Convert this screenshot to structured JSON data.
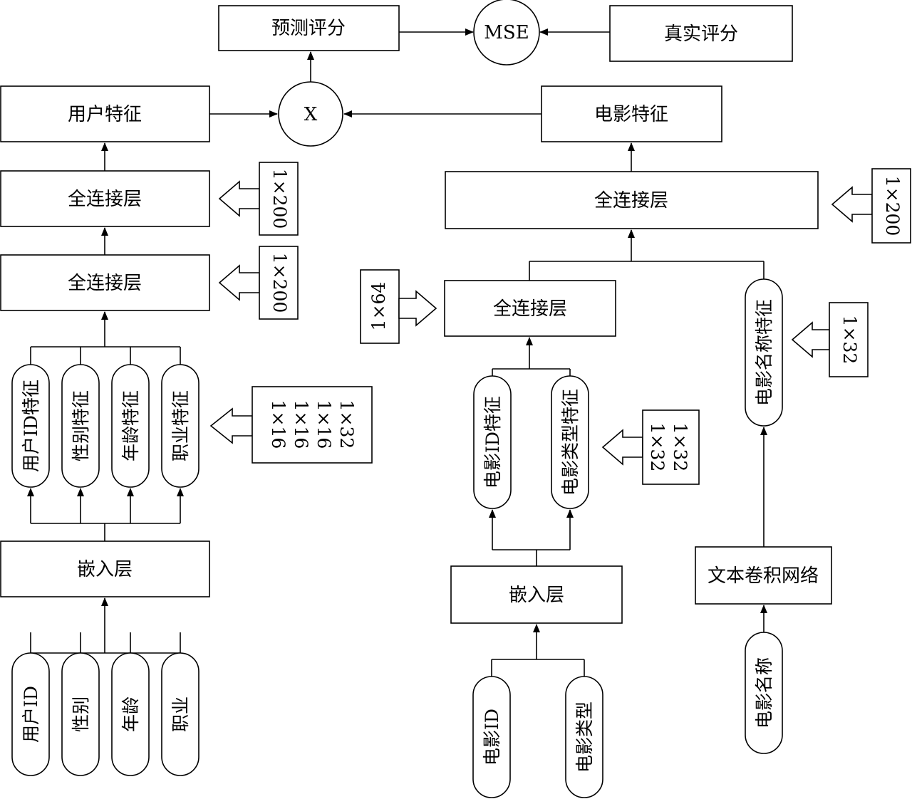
{
  "top": {
    "predicted_score": "预测评分",
    "mse": "MSE",
    "true_score": "真实评分",
    "multiply": "X"
  },
  "user": {
    "feature": "用户特征",
    "fc2": "全连接层",
    "fc1": "全连接层",
    "fc2_dim": "1×200",
    "fc1_dim": "1×200",
    "features": [
      "用户ID特征",
      "性别特征",
      "年龄特征",
      "职业特征"
    ],
    "feature_dims": [
      "1×32",
      "1×16",
      "1×16",
      "1×16"
    ],
    "embedding": "嵌入层",
    "inputs": [
      "用户ID",
      "性别",
      "年龄",
      "职业"
    ]
  },
  "movie": {
    "feature": "电影特征",
    "fc_top": "全连接层",
    "fc_top_dim": "1×200",
    "fc_mid": "全连接层",
    "fc_mid_dim": "1×64",
    "title_feature": "电影名称特征",
    "title_feature_dim": "1×32",
    "features": [
      "电影ID特征",
      "电影类型特征"
    ],
    "feature_dims": [
      "1×32",
      "1×32"
    ],
    "embedding": "嵌入层",
    "inputs": [
      "电影ID",
      "电影类型"
    ],
    "text_cnn": "文本卷积网络",
    "title_input": "电影名称"
  }
}
